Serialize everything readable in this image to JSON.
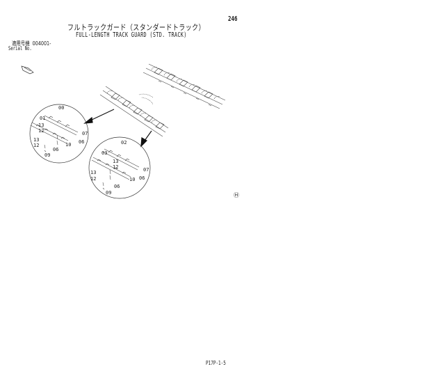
{
  "page": {
    "number": "246",
    "title_jp": "フルトラックガード（スタンダードトラック）",
    "title_en": "FULL-LENGTH TRACK GUARD (STD. TRACK)",
    "serial_label_jp": "適用号機",
    "serial_value": "004001-",
    "serial_label_en": "Serial No.",
    "footer_code": "P17P-1-5"
  },
  "callouts": {
    "detail_upper": [
      "00",
      "01",
      "13",
      "12",
      "13",
      "12",
      "06",
      "09",
      "10",
      "06",
      "07"
    ],
    "detail_lower": [
      "02",
      "03",
      "13",
      "12",
      "13",
      "12",
      "06",
      "09",
      "10",
      "06",
      "07"
    ],
    "mark": "Ⓗ"
  },
  "colors": {
    "ink": "#1a1a1a",
    "paper": "#ffffff"
  }
}
